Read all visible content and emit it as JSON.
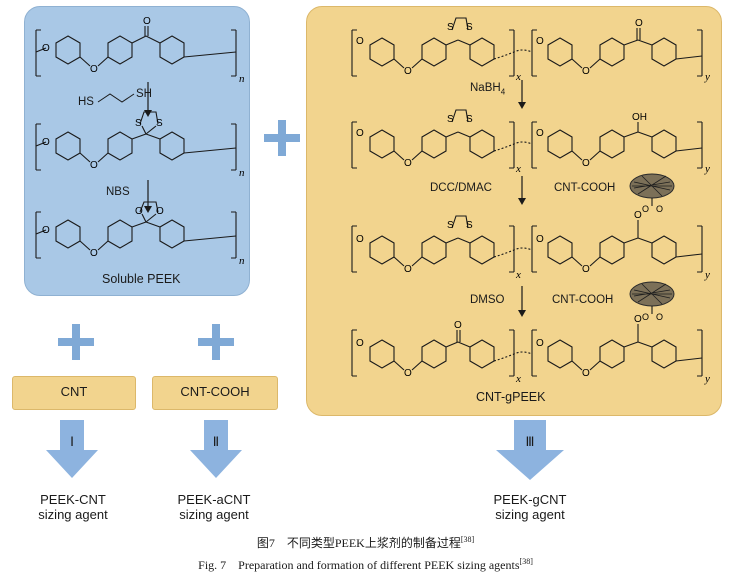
{
  "left_panel": {
    "reagent_1": "HS",
    "reagent_2": "SH",
    "reagent_nbs": "NBS",
    "label": "Soluble PEEK"
  },
  "right_panel": {
    "reagent_nabh4": "NaBH",
    "reagent_nabh4_sub": "4",
    "reagent_dcc": "DCC/DMAC",
    "cnt_cooh_1": "CNT-COOH",
    "reagent_dmso": "DMSO",
    "cnt_cooh_2": "CNT-COOH",
    "label": "CNT-gPEEK"
  },
  "structure_labels": {
    "o": "O",
    "s": "S",
    "oh": "OH",
    "n": "n",
    "x": "x",
    "y": "y"
  },
  "boxes": {
    "cnt": "CNT",
    "cnt_cooh": "CNT-COOH"
  },
  "routes": {
    "r1": "Ⅰ",
    "r2": "Ⅱ",
    "r3": "Ⅲ"
  },
  "results": {
    "a_line1": "PEEK-CNT",
    "a_line2": "sizing agent",
    "b_line1": "PEEK-aCNT",
    "b_line2": "sizing agent",
    "c_line1": "PEEK-gCNT",
    "c_line2": "sizing agent"
  },
  "caption": {
    "zh": "图7　不同类型PEEK上浆剂的制备过程",
    "zh_ref": "[38]",
    "en": "Fig. 7　Preparation and formation of different PEEK sizing agents",
    "en_ref": "[38]"
  },
  "colors": {
    "blue_panel": "#a9c8e6",
    "gold_panel": "#f2d48e",
    "plus_blue": "#7fa9d6",
    "arrow_blue": "#8db3df"
  }
}
